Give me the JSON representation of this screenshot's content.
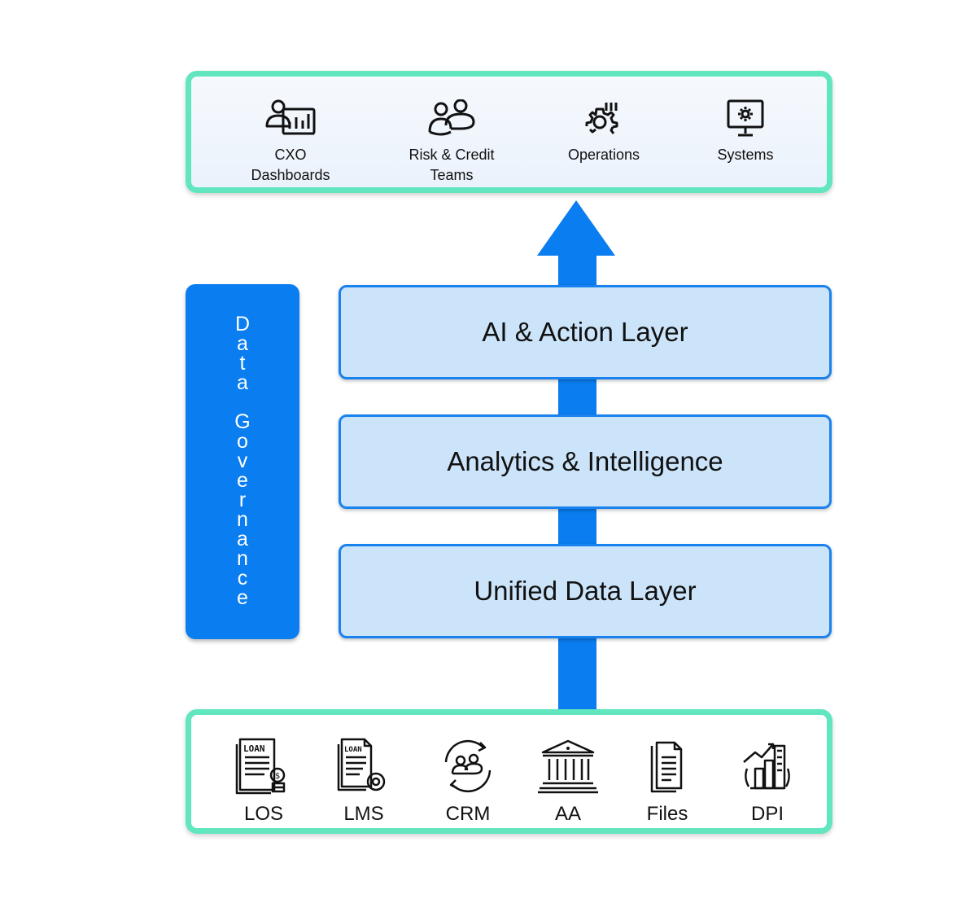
{
  "consumers": [
    {
      "label": "CXO\nDashboards",
      "icon": "dashboard-icon"
    },
    {
      "label": "Risk & Credit\nTeams",
      "icon": "team-icon"
    },
    {
      "label": "Operations",
      "icon": "gear-icon"
    },
    {
      "label": "Systems",
      "icon": "monitor-gear-icon"
    }
  ],
  "layers": {
    "ai": "AI & Action Layer",
    "analytics": "Analytics & Intelligence",
    "unified": "Unified Data Layer"
  },
  "governance": "D\na\nt\na\n\nG\no\nv\ne\nr\nn\na\nn\nc\ne",
  "sources": [
    {
      "label": "LOS",
      "icon": "loan-document-icon",
      "icon_text": "LOAN"
    },
    {
      "label": "LMS",
      "icon": "loan-gear-icon",
      "icon_text": "LOAN"
    },
    {
      "label": "CRM",
      "icon": "crm-people-icon"
    },
    {
      "label": "AA",
      "icon": "bank-icon"
    },
    {
      "label": "Files",
      "icon": "files-icon"
    },
    {
      "label": "DPI",
      "icon": "growth-city-icon"
    }
  ],
  "colors": {
    "accent_blue": "#0A7DF0",
    "panel_border": "#62E6C0",
    "layer_fill": "#CCE4FA"
  }
}
